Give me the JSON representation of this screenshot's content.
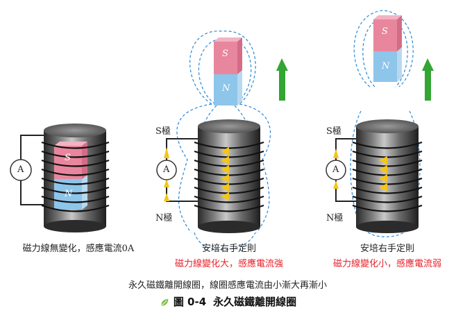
{
  "panels": {
    "p1": {
      "caption": "磁力線無變化，感應電流0A"
    },
    "p2": {
      "title": "安培右手定則",
      "caption": "磁力線變化大，感應電流強",
      "top_pole": "S極",
      "bottom_pole": "N極"
    },
    "p3": {
      "title": "安培右手定則",
      "caption": "磁力線變化小，感應電流弱",
      "top_pole": "S極",
      "bottom_pole": "N極"
    }
  },
  "magnet": {
    "s_label": "S",
    "n_label": "N"
  },
  "ammeter_label": "A",
  "bottom_caption": "永久磁鐵離開線圈，線圈感應電流由小漸大再漸小",
  "figure": {
    "number": "圖 0-4",
    "title": "永久磁鐵離開線圈"
  },
  "colors": {
    "magnet_s": "#e8869d",
    "magnet_n": "#8ec5ea",
    "arrow_green": "#33a532",
    "induced_arrow": "#f5c518",
    "field_line": "#2a88d8",
    "caption_red": "#e8202a"
  }
}
